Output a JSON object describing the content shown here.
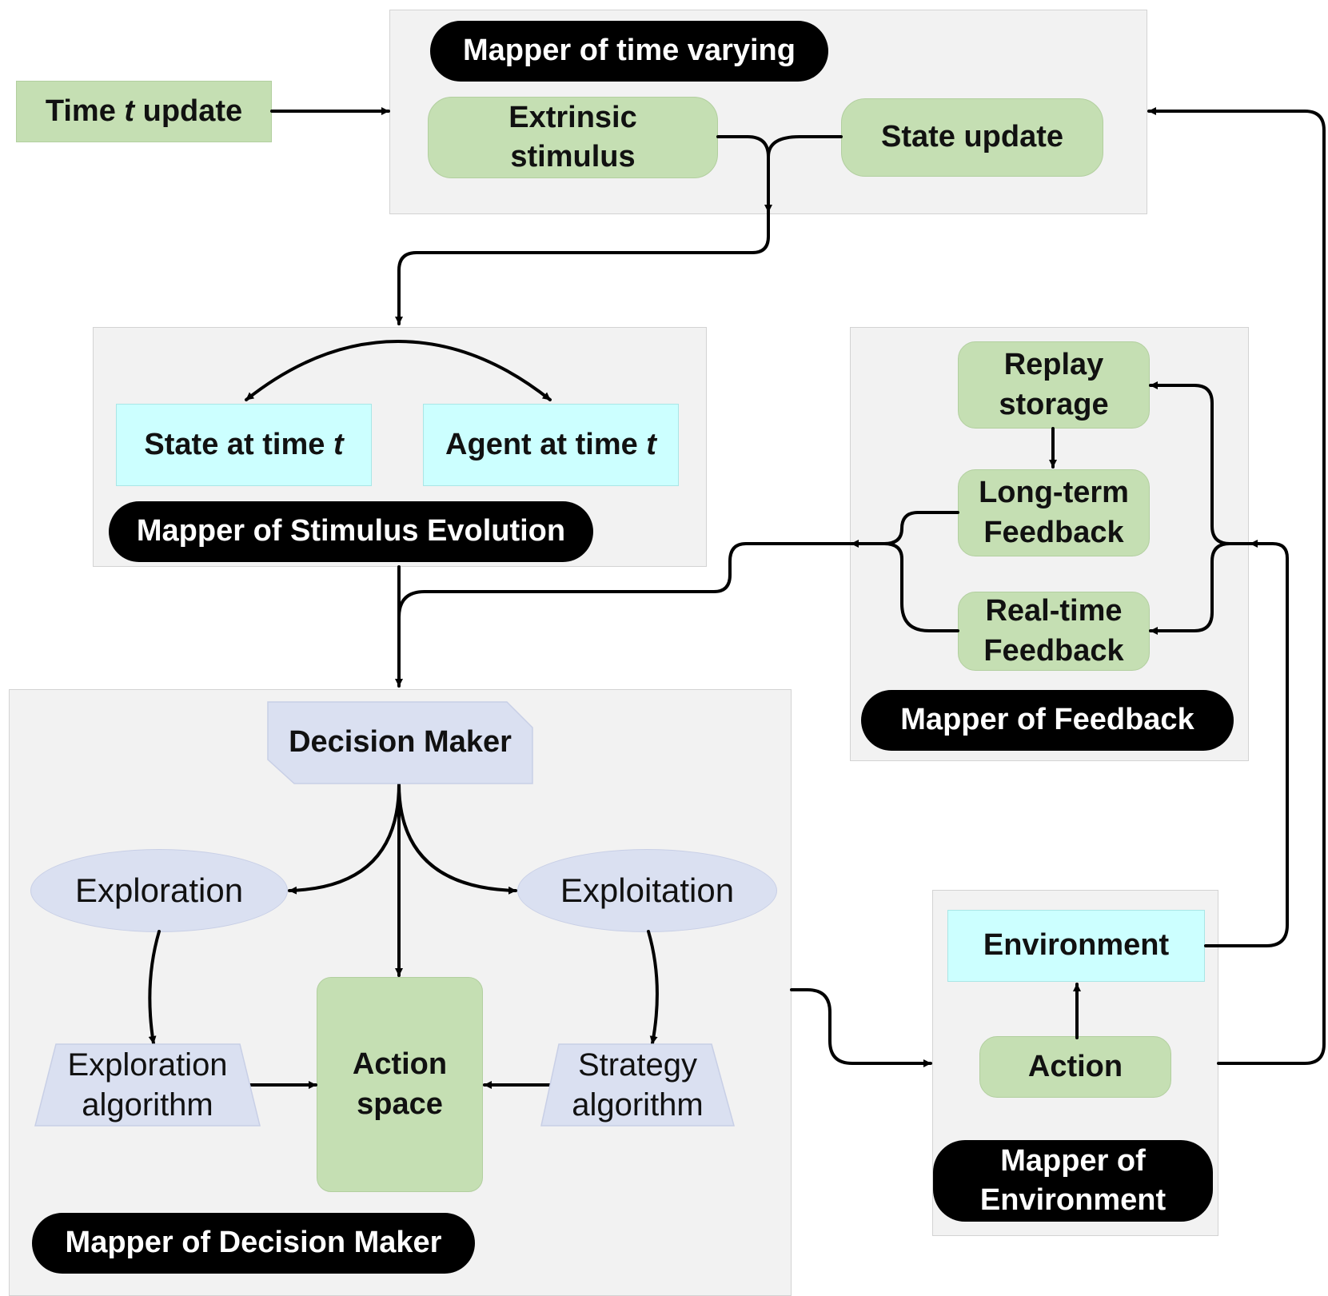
{
  "nodes": {
    "time_update": {
      "prefix": "Time ",
      "var": "t",
      "suffix": " update"
    },
    "time_varying_title": "Mapper of time varying",
    "extrinsic_stimulus": {
      "line1": "Extrinsic",
      "line2": "stimulus"
    },
    "state_update": "State update",
    "state_at_time": {
      "prefix": "State at time ",
      "var": "t"
    },
    "agent_at_time": {
      "prefix": "Agent at time ",
      "var": "t"
    },
    "stimulus_evolution_title": "Mapper of Stimulus Evolution",
    "replay_storage": {
      "line1": "Replay",
      "line2": "storage"
    },
    "long_term_feedback": {
      "line1": "Long-term",
      "line2": "Feedback"
    },
    "real_time_feedback": {
      "line1": "Real-time",
      "line2": "Feedback"
    },
    "feedback_title": "Mapper of Feedback",
    "decision_maker": "Decision Maker",
    "exploration": "Exploration",
    "exploitation": "Exploitation",
    "exploration_algorithm": {
      "line1": "Exploration",
      "line2": "algorithm"
    },
    "strategy_algorithm": {
      "line1": "Strategy",
      "line2": "algorithm"
    },
    "action_space": {
      "line1": "Action",
      "line2": "space"
    },
    "decision_maker_title": "Mapper of Decision Maker",
    "environment": "Environment",
    "action": "Action",
    "environment_title": {
      "line1": "Mapper of",
      "line2": "Environment"
    }
  },
  "colors": {
    "panel": "#f2f2f2",
    "green": "#c5dfb3",
    "cyan": "#ccffff",
    "lavender": "#dae0f1",
    "black": "#000000"
  }
}
